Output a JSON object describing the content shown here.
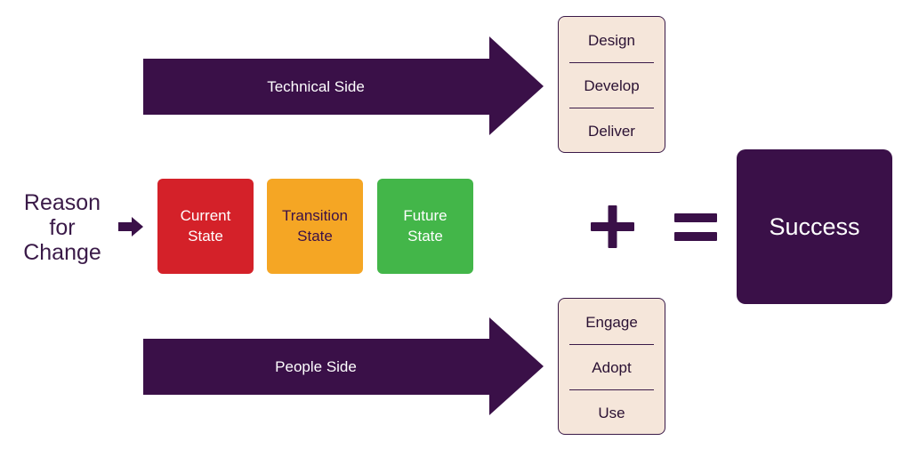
{
  "colors": {
    "primary": "#3a1048",
    "current_state": "#d42129",
    "transition_state": "#f5a624",
    "future_state": "#43b649",
    "step_box_fill": "#f5e6da"
  },
  "technical": {
    "label": "Technical Side",
    "steps": [
      "Design",
      "Develop",
      "Deliver"
    ]
  },
  "people": {
    "label": "People Side",
    "steps": [
      "Engage",
      "Adopt",
      "Use"
    ]
  },
  "reason": {
    "line1": "Reason",
    "line2": "for",
    "line3": "Change"
  },
  "states": {
    "current": {
      "line1": "Current",
      "line2": "State"
    },
    "transition": {
      "line1": "Transition",
      "line2": "State"
    },
    "future": {
      "line1": "Future",
      "line2": "State"
    }
  },
  "success_label": "Success",
  "icons": {
    "reason_arrow": "right-arrow-icon",
    "plus": "plus-icon",
    "equals": "equals-icon"
  }
}
